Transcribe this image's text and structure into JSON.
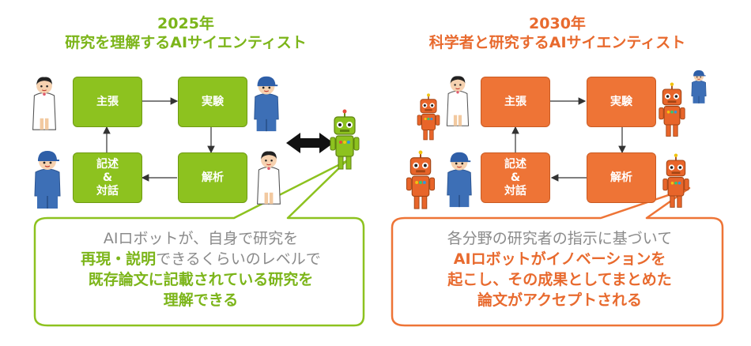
{
  "left": {
    "title_line1": "2025年",
    "title_line2": "研究を理解するAIサイエンティスト",
    "boxes": {
      "claim": "主張",
      "experiment": "実験",
      "analysis": "解析",
      "describe_line1": "記述",
      "describe_line2": "&",
      "describe_line3": "対話"
    },
    "bubble": {
      "line1": "AIロボットが、自身で研究を",
      "line2_bold": "再現・説明",
      "line2_rest": "できるくらいのレベルで",
      "line3_bold": "既存論文に記載されている研究を",
      "line4_bold": "理解できる"
    }
  },
  "right": {
    "title_line1": "2030年",
    "title_line2": "科学者と研究するAIサイエンティスト",
    "boxes": {
      "claim": "主張",
      "experiment": "実験",
      "analysis": "解析",
      "describe_line1": "記述",
      "describe_line2": "&",
      "describe_line3": "対話"
    },
    "bubble": {
      "line1": "各分野の研究者の指示に基づいて",
      "line2_bold": "AIロボットがイノベーションを",
      "line3_bold": "起こし、その成果としてまとめた",
      "line4_bold": "論文がアクセプトされる"
    }
  },
  "colors": {
    "green": "#8dc21f",
    "green_text": "#7cb51a",
    "orange": "#ee7436",
    "orange_text": "#e86a2e",
    "gray_text": "#8a8a8a"
  },
  "icons": [
    "scientist-icon",
    "engineer-icon",
    "robot-icon",
    "double-arrow-icon"
  ]
}
